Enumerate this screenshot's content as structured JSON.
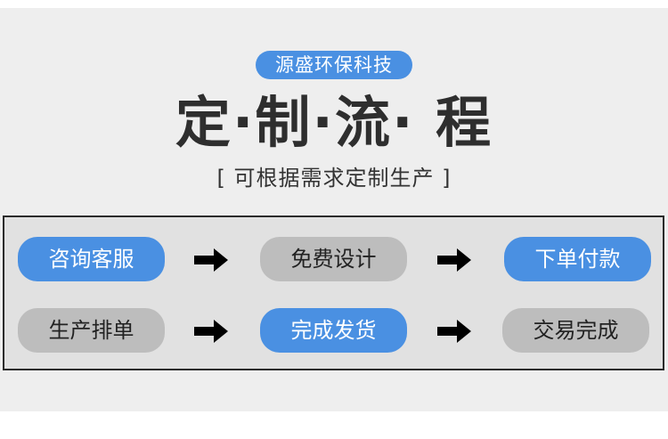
{
  "brand": {
    "label": "源盛环保科技"
  },
  "header": {
    "title": "定·制·流· 程",
    "subtitle": "[ 可根据需求定制生产 ]"
  },
  "flow": {
    "rows": [
      {
        "steps": [
          {
            "label": "咨询客服",
            "style": "blue"
          },
          {
            "label": "免费设计",
            "style": "gray"
          },
          {
            "label": "下单付款",
            "style": "blue"
          }
        ]
      },
      {
        "steps": [
          {
            "label": "生产排单",
            "style": "gray"
          },
          {
            "label": "完成发货",
            "style": "blue"
          },
          {
            "label": "交易完成",
            "style": "gray"
          }
        ]
      }
    ],
    "arrow_icon": "right-arrow-icon"
  },
  "colors": {
    "accent_blue": "#4a90e2",
    "step_gray": "#bdbdbd",
    "panel_bg": "#eeeeee",
    "box_bg": "#e1e1e1",
    "border": "#2b2b2b",
    "title_text": "#2e2e2e"
  }
}
